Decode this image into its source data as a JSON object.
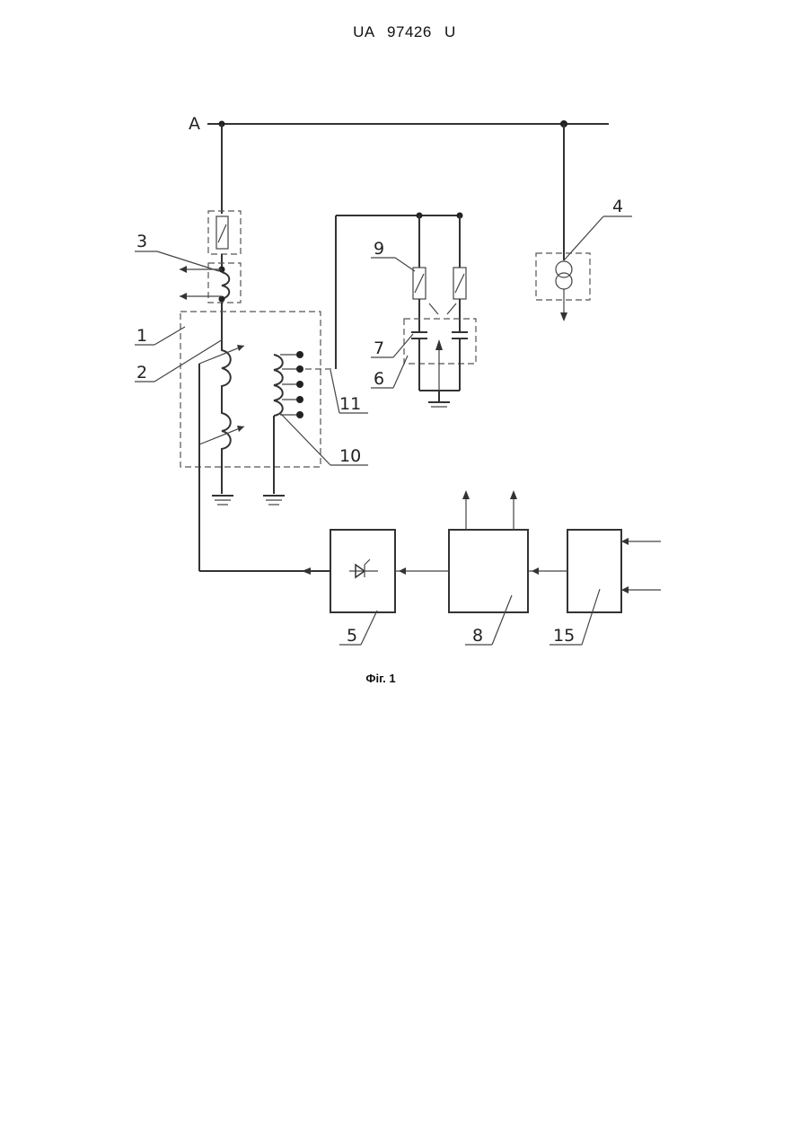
{
  "page": {
    "header": "UA 97426 U",
    "caption": "Фіг. 1"
  },
  "diagram": {
    "bus_label": "A",
    "labels": {
      "l1": "1",
      "l2": "2",
      "l3": "3",
      "l4": "4",
      "l5": "5",
      "l6": "6",
      "l7": "7",
      "l8": "8",
      "l9": "9",
      "l10": "10",
      "l11": "11",
      "l15": "15"
    }
  }
}
